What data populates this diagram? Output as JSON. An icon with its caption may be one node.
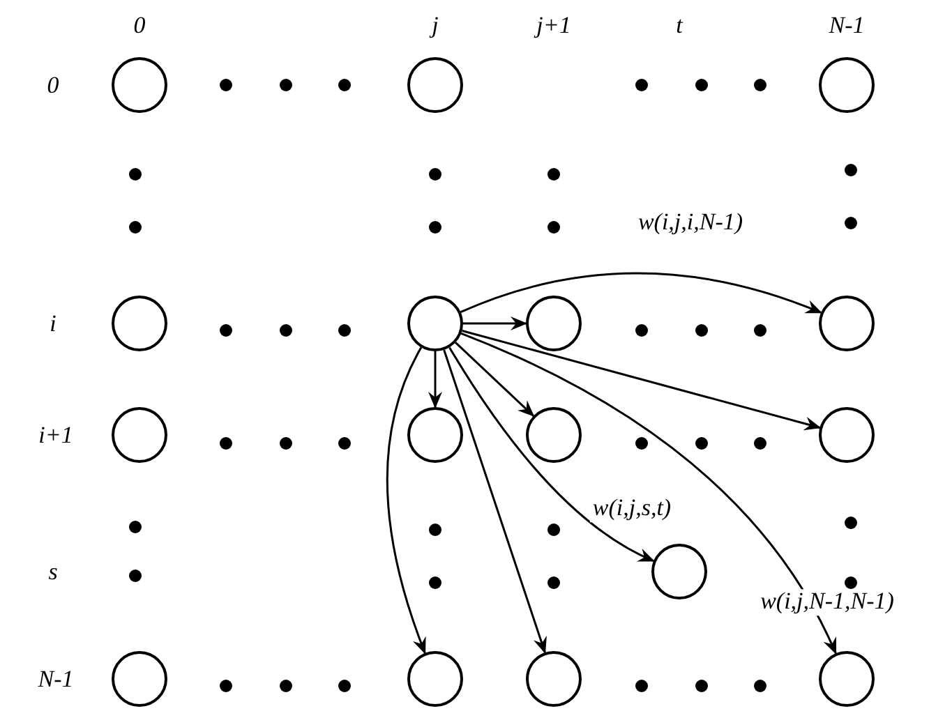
{
  "diagram": {
    "nodes": [
      {
        "text": [],
        "shape": "circle"
      },
      {
        "text": [],
        "shape": "circle"
      },
      {
        "text": [],
        "shape": "circle"
      },
      {
        "text": [],
        "shape": "circle"
      },
      {
        "text": [],
        "shape": "circle"
      },
      {
        "text": [],
        "shape": "circle"
      },
      {
        "text": [],
        "shape": "circle"
      },
      {
        "text": [],
        "shape": "circle"
      },
      {
        "text": [],
        "shape": "circle"
      },
      {
        "text": [],
        "shape": "circle"
      },
      {
        "text": [],
        "shape": "circle"
      },
      {
        "text": [],
        "shape": "circle"
      },
      {
        "text": [],
        "shape": "circle"
      },
      {
        "text": [],
        "shape": "circle"
      },
      {
        "text": [],
        "shape": "circle"
      },
      {
        "text": [],
        "shape": "circle"
      }
    ],
    "edges": [
      {
        "from": 4,
        "to": 6,
        "arrow": "to",
        "label": "w(i,j,i,N-1)"
      },
      {
        "from": 4,
        "to": 5,
        "arrow": "to"
      },
      {
        "from": 4,
        "to": 8,
        "arrow": "to"
      },
      {
        "from": 4,
        "to": 13,
        "arrow": "to"
      },
      {
        "from": 4,
        "to": 14,
        "arrow": "to"
      },
      {
        "from": 4,
        "to": 9,
        "arrow": "to"
      },
      {
        "from": 4,
        "to": 11,
        "arrow": "to",
        "label": "w(i,j,s,t)"
      },
      {
        "from": 4,
        "to": 15,
        "arrow": "to",
        "label": "w(i,j,N-1,N-1)"
      },
      {
        "from": 4,
        "to": 10,
        "arrow": "to"
      }
    ],
    "labels": [
      "0",
      "j",
      "j+1",
      "t",
      "N-1",
      "0",
      "i",
      "i+1",
      "s",
      "N-1"
    ]
  }
}
